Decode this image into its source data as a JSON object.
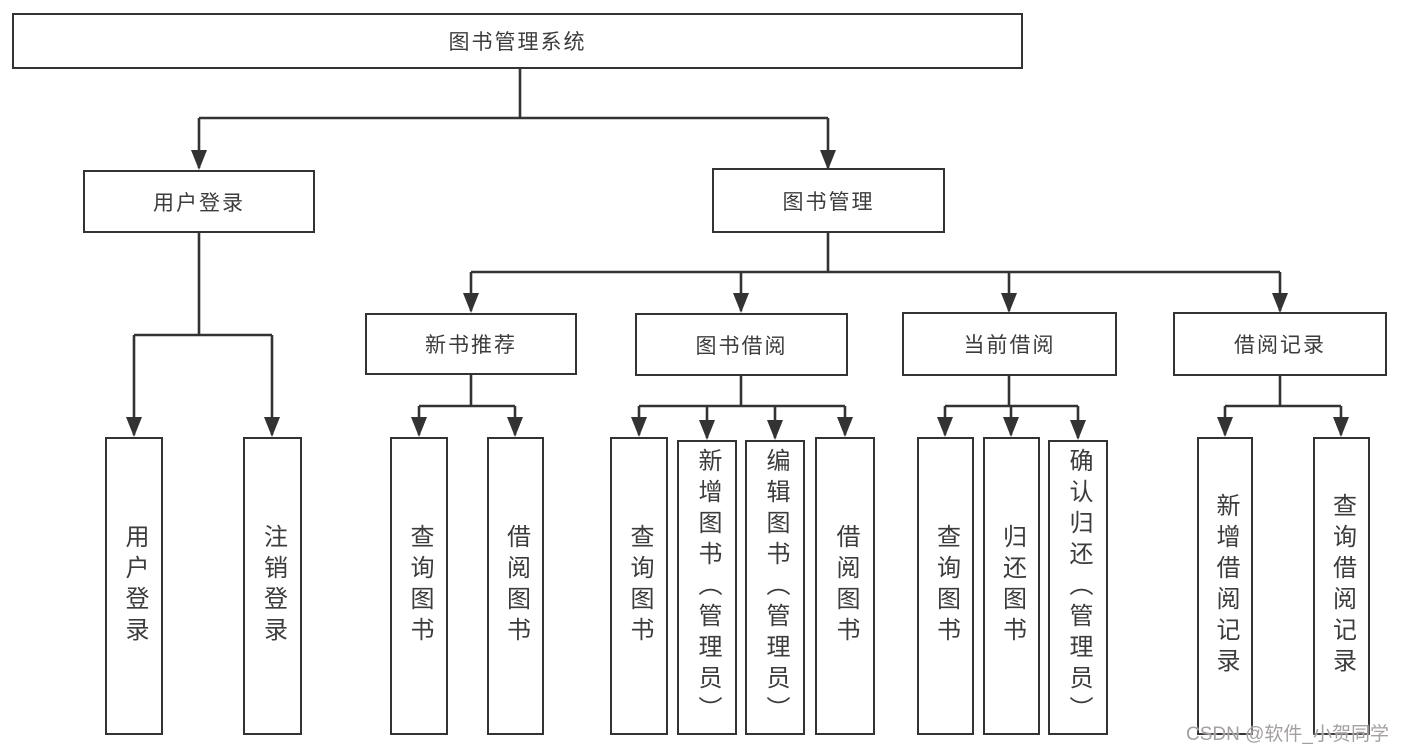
{
  "diagram_type": "hierarchy-tree",
  "tree": {
    "label": "图书管理系统",
    "children": [
      {
        "label": "用户登录",
        "children": [
          {
            "label": "用户登录"
          },
          {
            "label": "注销登录"
          }
        ]
      },
      {
        "label": "图书管理",
        "children": [
          {
            "label": "新书推荐",
            "children": [
              {
                "label": "查询图书"
              },
              {
                "label": "借阅图书"
              }
            ]
          },
          {
            "label": "图书借阅",
            "children": [
              {
                "label": "查询图书"
              },
              {
                "label": "新增图书（管理员）"
              },
              {
                "label": "编辑图书（管理员）"
              },
              {
                "label": "借阅图书"
              }
            ]
          },
          {
            "label": "当前借阅",
            "children": [
              {
                "label": "查询图书"
              },
              {
                "label": "归还图书"
              },
              {
                "label": "确认归还（管理员）"
              }
            ]
          },
          {
            "label": "借阅记录",
            "children": [
              {
                "label": "新增借阅记录"
              },
              {
                "label": "查询借阅记录"
              }
            ]
          }
        ]
      }
    ]
  },
  "watermark": "CSDN @软件_小贺同学",
  "colors": {
    "line": "#333333",
    "box_border": "#333333",
    "text": "#3c3c3c",
    "watermark": "#a5a0a0",
    "background": "#ffffff"
  }
}
